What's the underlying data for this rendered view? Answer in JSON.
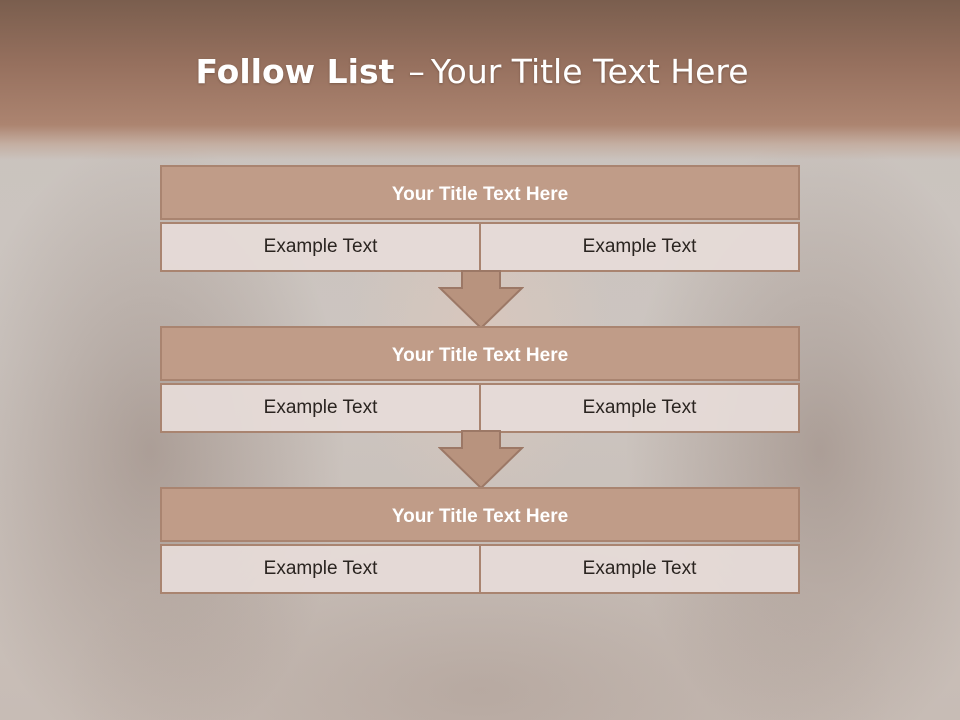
{
  "slide": {
    "title_bold": "Follow List",
    "title_separator": "–",
    "title_rest": "Your Title Text Here"
  },
  "blocks": [
    {
      "title": "Your Title Text Here",
      "left_text": "Example Text",
      "right_text": "Example Text"
    },
    {
      "title": "Your Title Text Here",
      "left_text": "Example Text",
      "right_text": "Example Text"
    },
    {
      "title": "Your Title Text Here",
      "left_text": "Example Text",
      "right_text": "Example Text"
    }
  ],
  "colors": {
    "header": "#a07864",
    "block_title": "#c09c88",
    "border": "#a98470",
    "cell": "#e6dcd8"
  }
}
